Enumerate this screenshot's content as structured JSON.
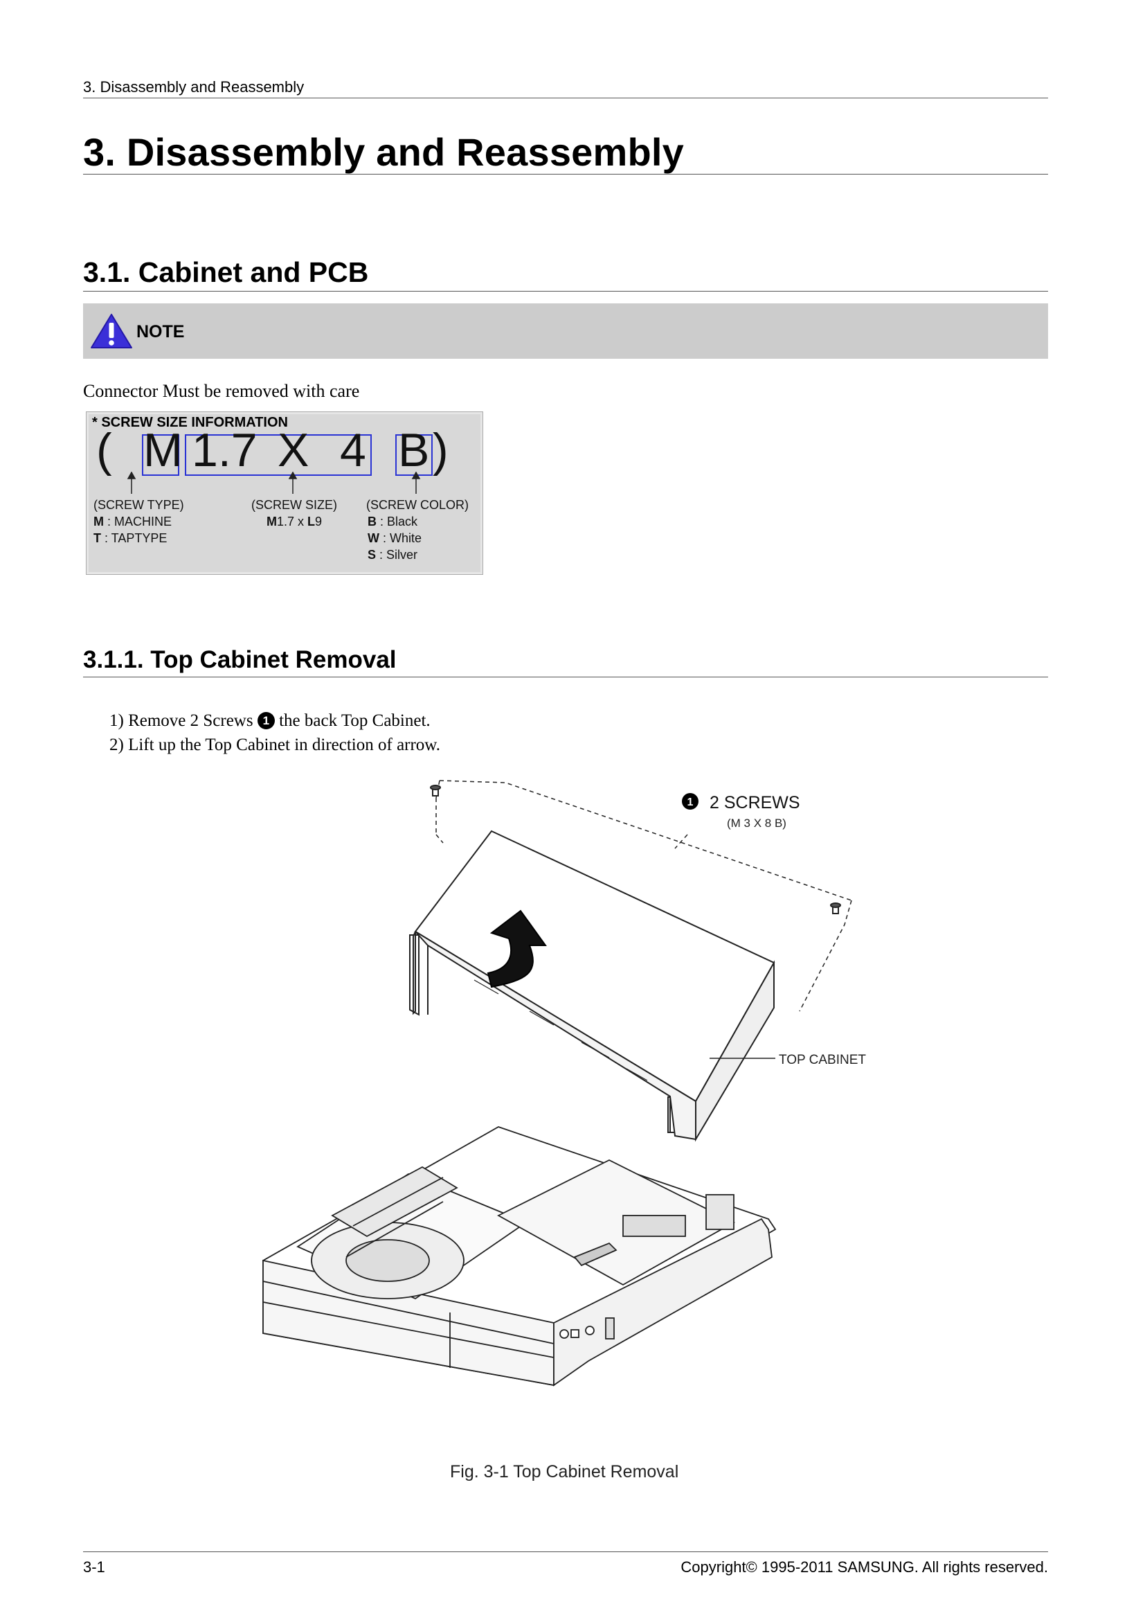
{
  "header": {
    "running_title": "3.  Disassembly and Reassembly"
  },
  "chapter": {
    "title": "3.  Disassembly and Reassembly"
  },
  "section": {
    "title": "3.1.  Cabinet and PCB"
  },
  "note": {
    "label": "NOTE",
    "text": "Connector Must be removed with care",
    "icon": "warning-triangle-icon",
    "icon_color": "#3b2fd8"
  },
  "screw_info": {
    "title": "* SCREW SIZE INFORMATION",
    "formula": {
      "open": "(",
      "type": "M",
      "size": "1.7",
      "x": "X",
      "length": "4",
      "color": "B",
      "close": ")"
    },
    "type_block": {
      "heading": "(SCREW TYPE)",
      "items": [
        {
          "key": "M",
          "value": " : MACHINE"
        },
        {
          "key": "T",
          "value": " :  TAPTYPE"
        }
      ]
    },
    "size_block": {
      "heading": "(SCREW SIZE)",
      "example_key": "M",
      "example_value": "1.7 x ",
      "example_key2": "L",
      "example_value2": "9"
    },
    "color_block": {
      "heading": "(SCREW COLOR)",
      "items": [
        {
          "key": "B",
          "value": " :  Black"
        },
        {
          "key": "W",
          "value": " : White"
        },
        {
          "key": "S",
          "value": " :  Silver"
        }
      ]
    },
    "box_color": "#2a33d4"
  },
  "subsection": {
    "title": "3.1.1.  Top Cabinet Removal"
  },
  "steps": [
    {
      "pre": "1) Remove 2 Screws ",
      "marker": "1",
      "post": " the back Top Cabinet."
    },
    {
      "pre": "2) Lift up the Top Cabinet in direction of arrow.",
      "marker": "",
      "post": ""
    }
  ],
  "figure": {
    "callout_marker": "1",
    "callout_label": "2 SCREWS",
    "callout_spec": "(M 3 X 8 B)",
    "part_label": "TOP CABINET",
    "caption": "Fig. 3-1 Top Cabinet Removal"
  },
  "footer": {
    "page": "3-1",
    "copyright": "Copyright© 1995-2011 SAMSUNG. All rights reserved."
  }
}
